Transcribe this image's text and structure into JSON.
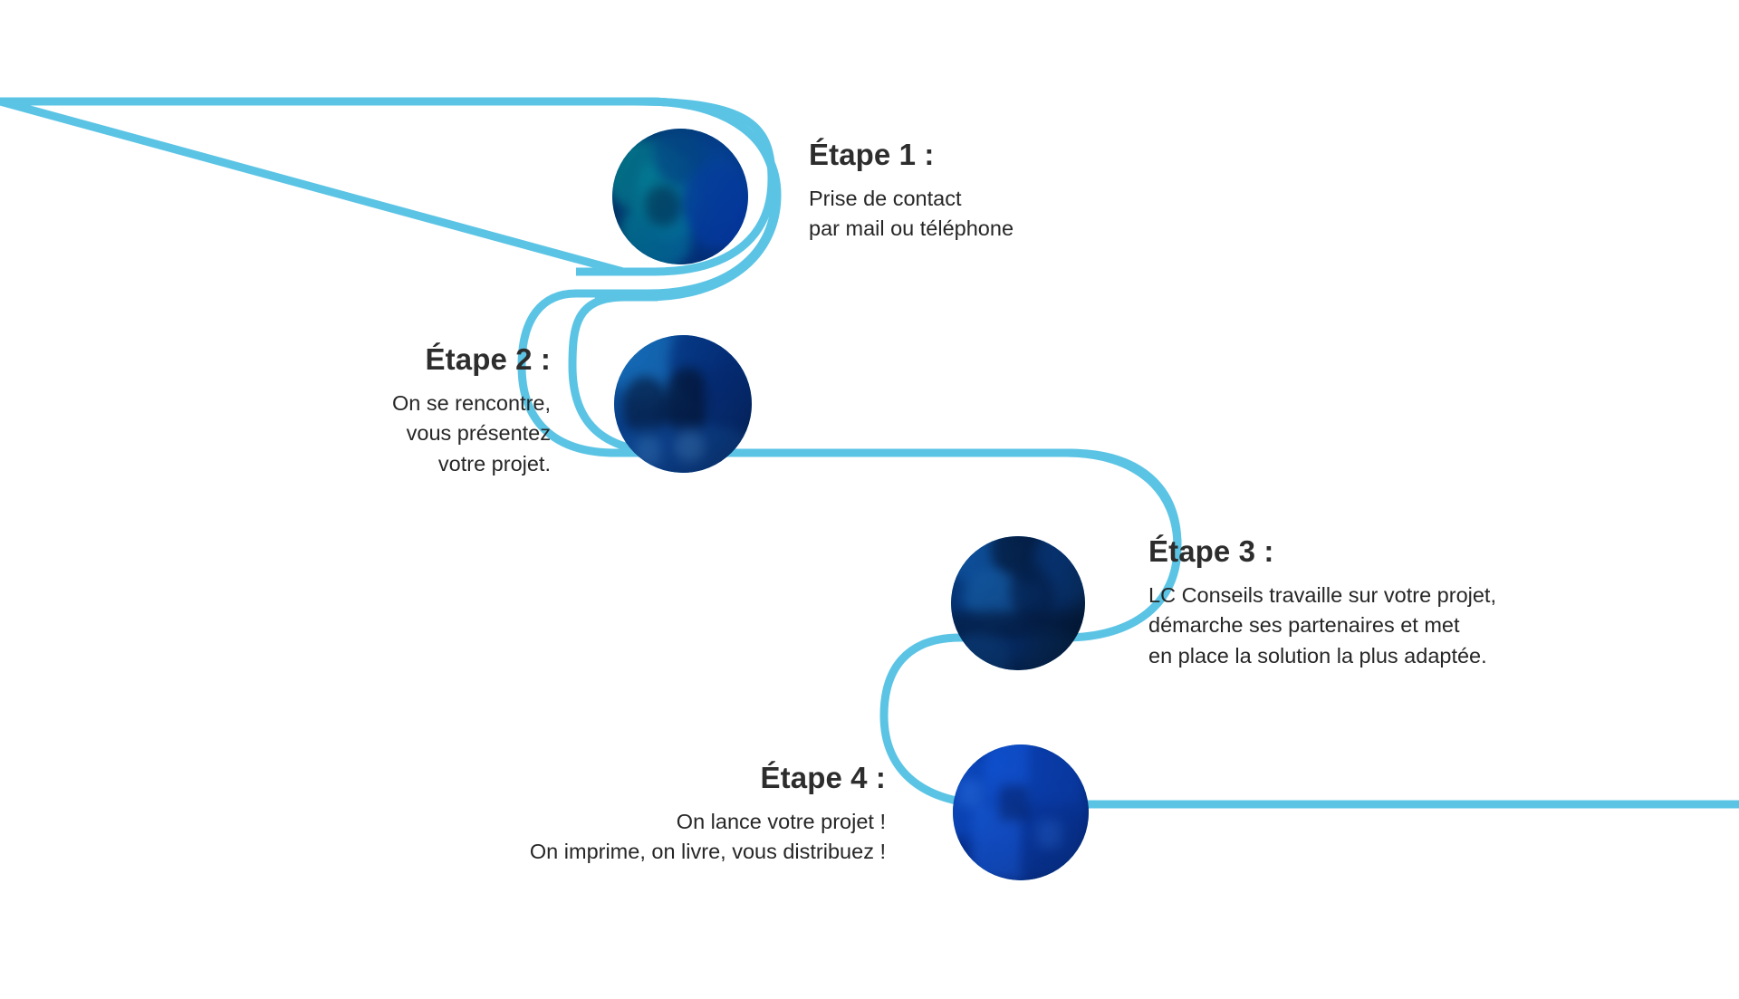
{
  "theme": {
    "background": "#ffffff",
    "line_color": "#5bc4e5",
    "line_width": 9,
    "heading_color": "#2d2d2d",
    "body_color": "#262626"
  },
  "steps": [
    {
      "id": "step-1",
      "title": "Étape 1 :",
      "lines": [
        "Prise de contact",
        "par mail ou téléphone"
      ],
      "align": "left",
      "image_name": "photo-phone-call"
    },
    {
      "id": "step-2",
      "title": "Étape 2 :",
      "lines": [
        "On se rencontre,",
        "vous présentez",
        "votre projet."
      ],
      "align": "right",
      "image_name": "photo-meeting"
    },
    {
      "id": "step-3",
      "title": "Étape 3 :",
      "lines": [
        "LC Conseils travaille sur votre projet,",
        "démarche ses partenaires et met",
        "en place la solution la plus adaptée."
      ],
      "align": "left",
      "image_name": "photo-workshop"
    },
    {
      "id": "step-4",
      "title": "Étape 4 :",
      "lines": [
        "On lance votre projet !",
        "On imprime, on livre, vous distribuez !"
      ],
      "align": "right",
      "image_name": "photo-pallets"
    }
  ]
}
